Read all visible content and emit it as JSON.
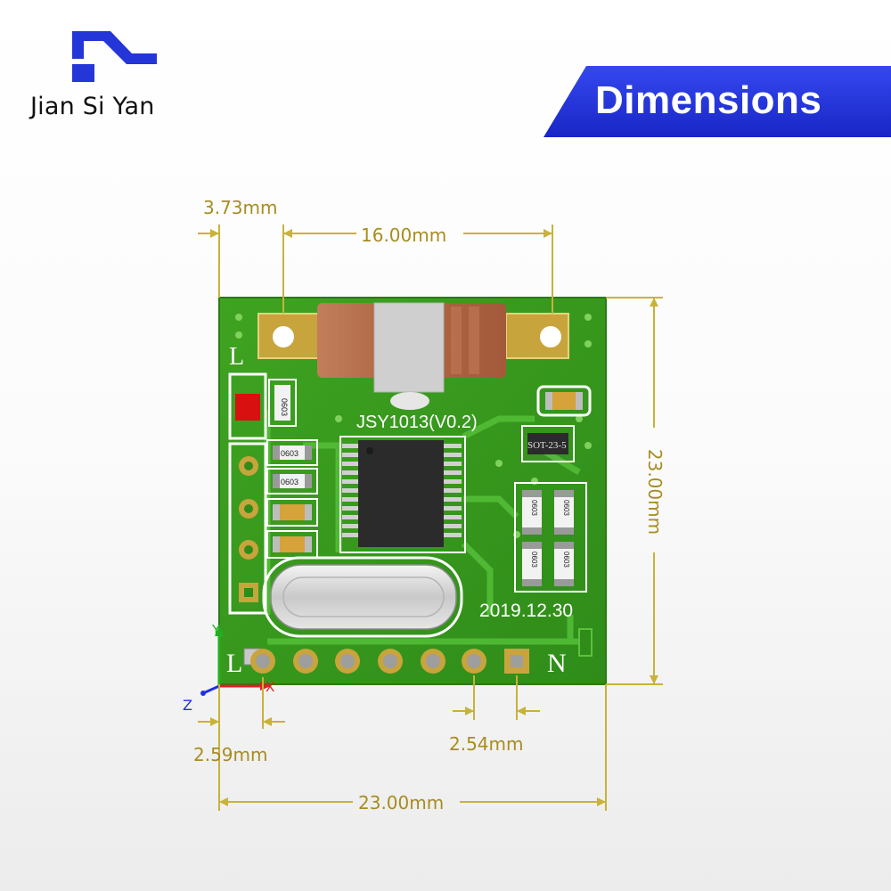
{
  "brand": {
    "name": "Jian Si Yan",
    "color": "#2436d8"
  },
  "banner": {
    "title": "Dimensions",
    "color": "#2234e0"
  },
  "board": {
    "silkscreen_top": "JSY1013(V0.2)",
    "date": "2019.12.30",
    "package_label": "SOT-23-5",
    "resistor_code": "0603",
    "label_left_top": "L",
    "label_left_bottom": "L",
    "label_right_bottom": "N",
    "pcb_color": "#3a9b1f",
    "dimension_color": "#c8b23a"
  },
  "dimensions": {
    "left_offset": "3.73mm",
    "mount_spacing": "16.00mm",
    "height": "23.00mm",
    "width": "23.00mm",
    "pin_offset": "2.59mm",
    "pin_pitch": "2.54mm"
  },
  "axes": {
    "x": "X",
    "y": "Y",
    "z": "Z"
  }
}
